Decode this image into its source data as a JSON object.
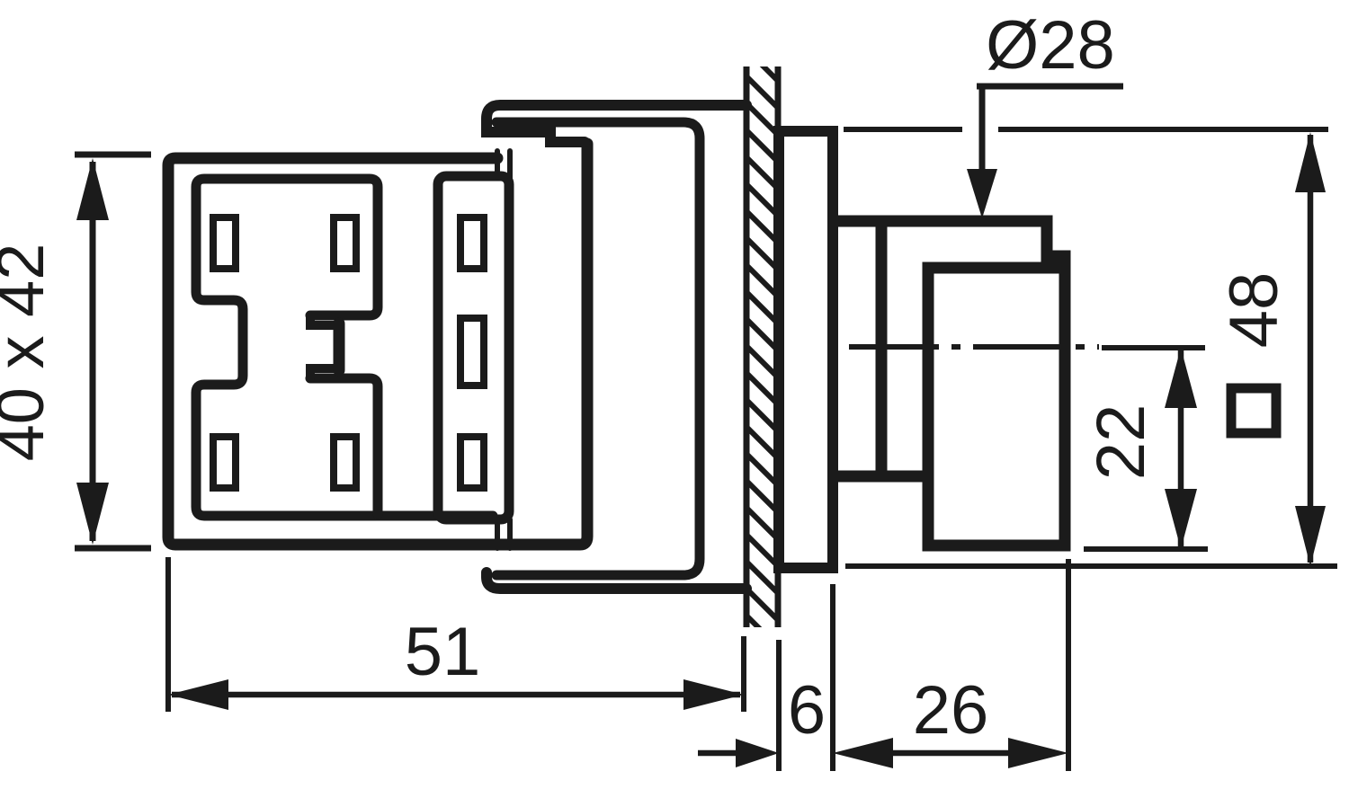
{
  "drawing": {
    "description": "panel mount push button switch side view technical drawing",
    "colors": {
      "line": "#1b1b1b",
      "background": "#ffffff"
    },
    "dimensions": {
      "mounting_cutout": "40 x 42",
      "body_length": "51",
      "head_diameter": "Ø28",
      "bezel_size": "48",
      "button_width": "22",
      "panel_offset": "6",
      "head_depth": "26"
    }
  }
}
